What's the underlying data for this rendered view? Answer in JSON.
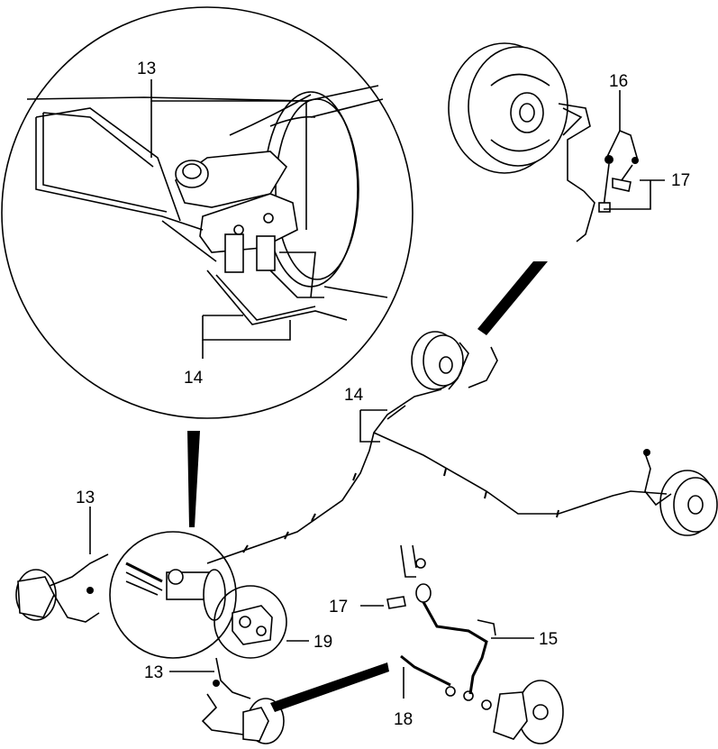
{
  "labels": {
    "detail_13": "13",
    "detail_14": "14",
    "label_16": "16",
    "label_17_top": "17",
    "main_14": "14",
    "main_13_left": "13",
    "main_17": "17",
    "main_15": "15",
    "main_19": "19",
    "main_13_bottom": "13",
    "main_18": "18"
  }
}
